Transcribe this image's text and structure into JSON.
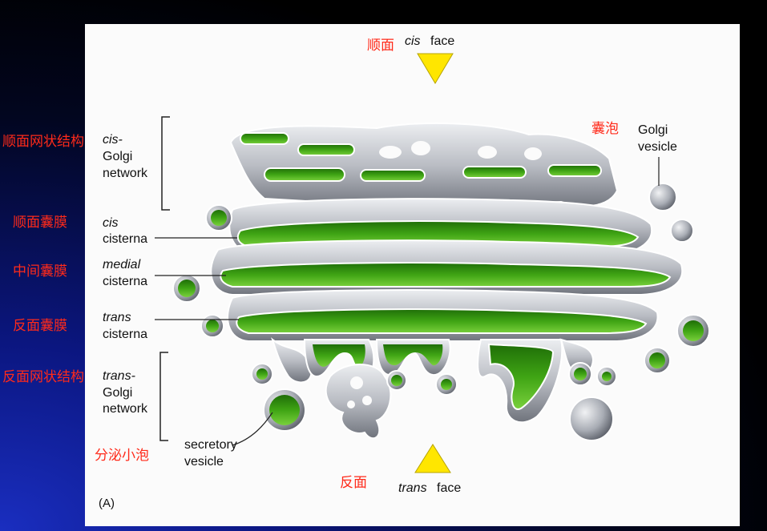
{
  "slide": {
    "background": "#020620",
    "panel_color": "#fbfbfb",
    "label_color": "#ff2a1a",
    "membrane_color": "#c9ccd2",
    "lumen_color": "#3fa414",
    "triangle_color": "#ffe600"
  },
  "top": {
    "chinese": "顺面",
    "cis_italic": "cis",
    "face": "face"
  },
  "bottom": {
    "chinese": "反面",
    "trans_italic": "trans",
    "face": "face"
  },
  "labels": {
    "cis_network": {
      "chinese": "顺面网状结构",
      "l1": "cis-",
      "l2": "Golgi",
      "l3": "network"
    },
    "cis_cisterna": {
      "chinese": "顺面囊膜",
      "l1": "cis",
      "l2": "cisterna"
    },
    "medial_cisterna": {
      "chinese": "中间囊膜",
      "l1": "medial",
      "l2": "cisterna"
    },
    "trans_cisterna": {
      "chinese": "反面囊膜",
      "l1": "trans",
      "l2": "cisterna"
    },
    "trans_network": {
      "chinese": "反面网状结构",
      "l1": "trans-",
      "l2": "Golgi",
      "l3": "network"
    },
    "secretory": {
      "chinese": "分泌小泡",
      "l1": "secretory",
      "l2": "vesicle"
    },
    "golgi_vesicle": {
      "chinese": "囊泡",
      "l1": "Golgi",
      "l2": "vesicle"
    }
  },
  "panel_tag": "(A)"
}
